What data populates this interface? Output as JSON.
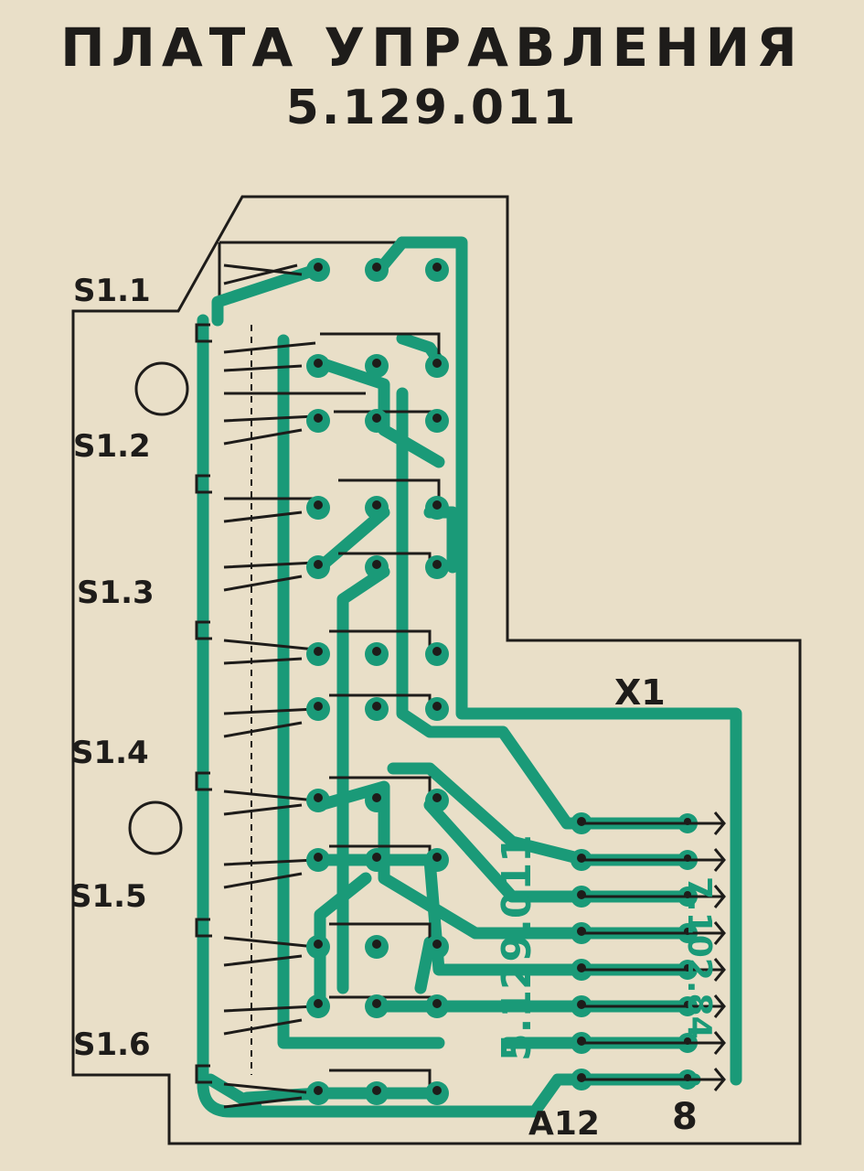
{
  "header": {
    "title": "ПЛАТА УПРАВЛЕНИЯ",
    "number": "5.129.011"
  },
  "switch_labels": [
    "S1.1",
    "S1.2",
    "S1.3",
    "S1.4",
    "S1.5",
    "S1.6"
  ],
  "connector_label": "X1",
  "board_label": "A12",
  "pin_label": "8",
  "copper_texts": {
    "part_number": "5.129.011",
    "date": "7.102.84"
  },
  "colors": {
    "paper": "#e9dfc8",
    "outline": "#1e1c1a",
    "trace": "#1a9a78",
    "trace_light": "#2fb08d"
  }
}
